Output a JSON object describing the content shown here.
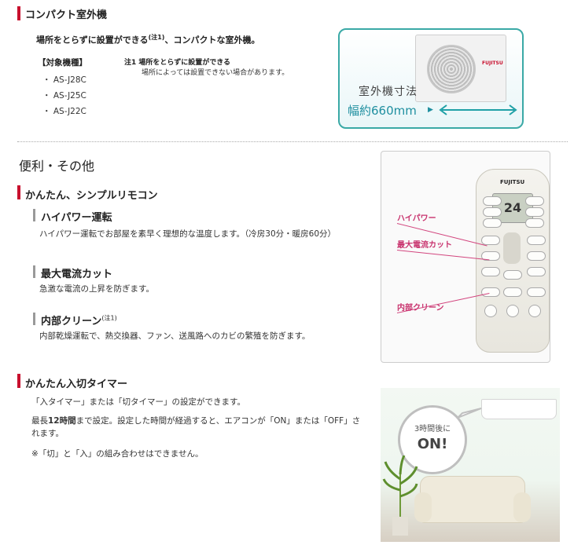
{
  "compact": {
    "title": "コンパクト室外機",
    "lead": "場所をとらずに設置ができる",
    "lead_note": "(注1)",
    "lead_tail": "、コンパクトな室外機。",
    "models_heading": "【対象機種】",
    "models": [
      "AS-J28C",
      "AS-J25C",
      "AS-J22C"
    ],
    "note_heading": "注1 場所をとらずに設置ができる",
    "note_body": "場所によっては設置できない場合があります。",
    "image": {
      "caption": "室外機寸法",
      "width_label": "幅約660mm",
      "brand": "FUJITSU",
      "accent_color": "#3aa9a6"
    }
  },
  "convenience": {
    "title": "便利・その他",
    "remote_section": {
      "title": "かんたん、シンプルリモコン",
      "items": [
        {
          "title": "ハイパワー運転",
          "note": "",
          "body": "ハイパワー運転でお部屋を素早く理想的な温度します。（冷房30分・暖房60分）"
        },
        {
          "title": "最大電流カット",
          "note": "",
          "body": "急激な電流の上昇を防ぎます。"
        },
        {
          "title": "内部クリーン",
          "note": "(注1)",
          "body": "内部乾燥運転で、熱交換器、ファン、送風路へのカビの繁殖を防ぎます。"
        }
      ],
      "remote_image": {
        "brand": "FUJITSU",
        "lcd_value": "24",
        "labels": [
          "ハイパワー",
          "最大電流カット",
          "内部クリーン"
        ],
        "label_color": "#c8326d"
      }
    },
    "timer_section": {
      "title": "かんたん入切タイマー",
      "line1": "「入タイマー」または「切タイマー」の設定ができます。",
      "line2a": "最長",
      "line2_bold": "12時間",
      "line2b": "まで設定。設定した時間が経過すると、エアコンが「ON」または「OFF」されます。",
      "line3": "※「切」と「入」の組み合わせはできません。",
      "image": {
        "bubble_top": "3時間後に",
        "bubble_main": "ON!"
      }
    }
  },
  "colors": {
    "accent_red": "#c8102e"
  }
}
